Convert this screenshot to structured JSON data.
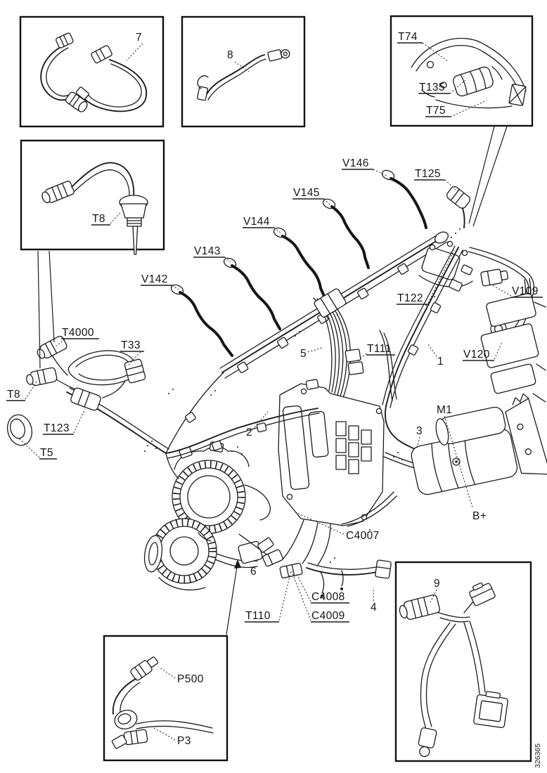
{
  "diagram": {
    "kind": "engine wiring harness overview line drawing",
    "labels": {
      "n1": "1",
      "n2": "2",
      "n3": "3",
      "n4": "4",
      "n5": "5",
      "n6": "6",
      "n7": "7",
      "n8": "8",
      "n9": "9",
      "t74": "T74",
      "t135": "T135",
      "t75": "T75",
      "t8_inset": "T8",
      "v146": "V146",
      "t125": "T125",
      "v145": "V145",
      "v144": "V144",
      "v143": "V143",
      "v142": "V142",
      "t122": "T122",
      "v109": "V109",
      "v120": "V120",
      "t111": "T111",
      "t4000": "T4000",
      "t33": "T33",
      "t8": "T8",
      "t123": "T123",
      "t5": "T5",
      "m1": "M1",
      "b_plus": "B+",
      "c4007": "C4007",
      "c4008": "C4008",
      "c4009": "C4009",
      "t110": "T110",
      "p500": "P500",
      "p3": "P3",
      "doc_number": "326365"
    },
    "ink_color": "#1c1c1c",
    "background_color": "#ffffff"
  }
}
